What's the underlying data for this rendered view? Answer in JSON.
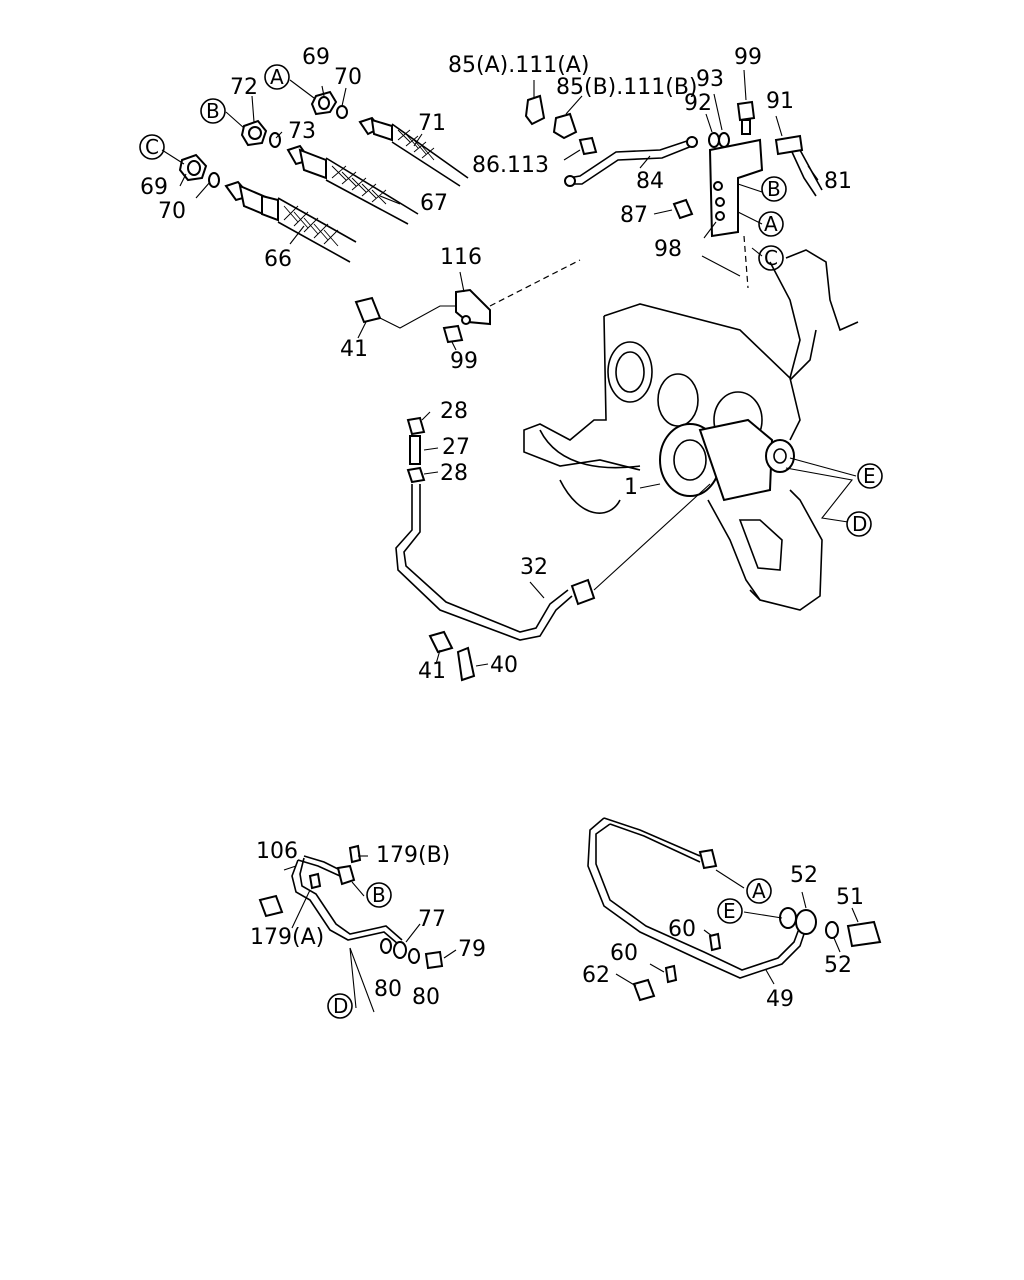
{
  "callouts": {
    "c69a": "69",
    "c70a": "70",
    "c72": "72",
    "c73": "73",
    "c71": "71",
    "c69c": "69",
    "c70c": "70",
    "c67": "67",
    "c66": "66",
    "c85a": "85(A).111(A)",
    "c85b": "85(B).111(B)",
    "c86": "86.113",
    "c84": "84",
    "c99a": "99",
    "c93": "93",
    "c92": "92",
    "c91": "91",
    "c81": "81",
    "c87": "87",
    "c98": "98",
    "c116": "116",
    "c41a": "41",
    "c99b": "99",
    "c28a": "28",
    "c27": "27",
    "c28b": "28",
    "c1": "1",
    "c32": "32",
    "c41b": "41",
    "c40": "40",
    "c106": "106",
    "c179b": "179(B)",
    "c179a": "179(A)",
    "c77": "77",
    "c79": "79",
    "c80a": "80",
    "c80b": "80",
    "c52a": "52",
    "c51": "51",
    "c60a": "60",
    "c52b": "52",
    "c60b": "60",
    "c62": "62",
    "c49": "49"
  },
  "refs": {
    "A1": "A",
    "B1": "B",
    "C1": "C",
    "B2": "B",
    "A2": "A",
    "C2": "C",
    "E1": "E",
    "D1": "D",
    "B3": "B",
    "D2": "D",
    "A3": "A",
    "E2": "E"
  }
}
